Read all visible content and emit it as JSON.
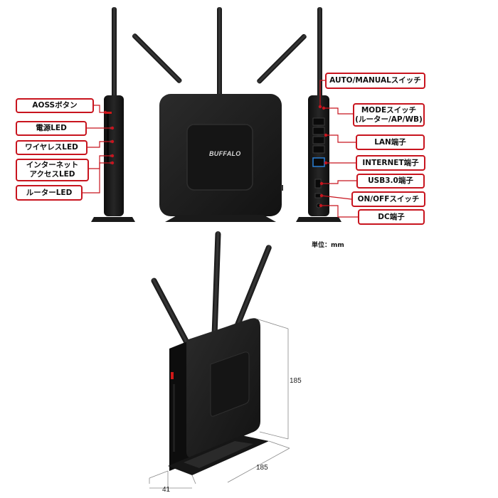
{
  "product": {
    "brand_logo": "BUFFALO"
  },
  "left_callouts": [
    {
      "text": "AOSSボタン"
    },
    {
      "text": "電源LED"
    },
    {
      "text": "ワイヤレスLED"
    },
    {
      "text": "インターネット",
      "text2": "アクセスLED"
    },
    {
      "text": "ルーターLED"
    }
  ],
  "right_callouts": [
    {
      "text": "AUTO/MANUALスイッチ"
    },
    {
      "text": "MODEスイッチ",
      "text2": "(ルーター/AP/WB)"
    },
    {
      "text": "LAN端子"
    },
    {
      "text": "INTERNET端子"
    },
    {
      "text": "USB3.0端子"
    },
    {
      "text": "ON/OFFスイッチ"
    },
    {
      "text": "DC端子"
    }
  ],
  "unit_label": "単位：mm",
  "dimensions": {
    "height": "185",
    "depth": "185",
    "width": "41"
  },
  "colors": {
    "callout_border": "#c8141e",
    "router_body": "#1c1c1c",
    "accent_led": "#d01818",
    "lan_port_highlight": "#2a7fd4"
  }
}
